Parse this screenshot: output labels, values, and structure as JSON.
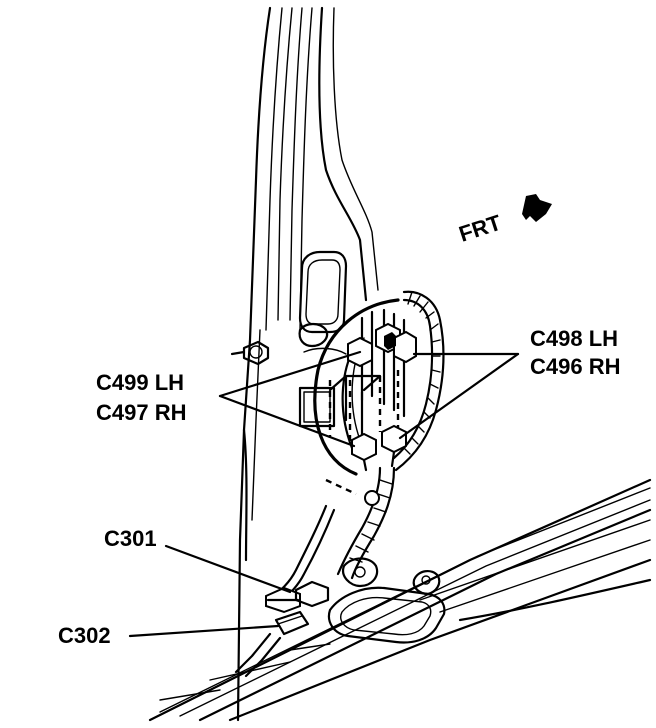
{
  "labels": {
    "frt": "FRT",
    "c499_lh": "C499 LH",
    "c497_rh": "C497 RH",
    "c498_lh": "C498 LH",
    "c496_rh": "C496 RH",
    "c301": "C301",
    "c302": "C302"
  },
  "colors": {
    "ink": "#000000",
    "paper": "#ffffff"
  }
}
